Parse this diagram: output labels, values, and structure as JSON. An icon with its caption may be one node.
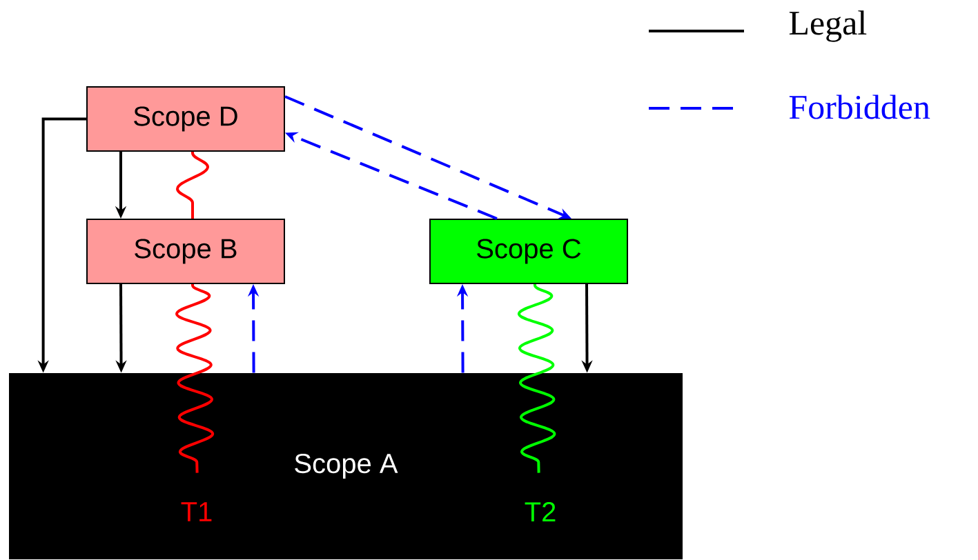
{
  "diagram": {
    "nodes": [
      {
        "text": [
          "Scope D"
        ]
      },
      {
        "text": [
          "Scope B"
        ]
      },
      {
        "text": [
          "Scope C"
        ]
      },
      {
        "text": [
          "Scope A"
        ]
      }
    ],
    "edges": [
      {
        "from": 0,
        "to": 3,
        "arrow": "to"
      },
      {
        "from": 0,
        "to": 1,
        "arrow": "to"
      },
      {
        "from": 1,
        "to": 3,
        "arrow": "to"
      },
      {
        "from": 2,
        "to": 3,
        "arrow": "to"
      },
      {
        "from": 0,
        "to": 2,
        "arrow": "to",
        "style": "dashed",
        "color": "#0000ff"
      },
      {
        "from": 2,
        "to": 0,
        "arrow": "to",
        "style": "dashed",
        "color": "#0000ff"
      },
      {
        "from": 3,
        "to": 1,
        "arrow": "to",
        "style": "dashed",
        "color": "#0000ff"
      },
      {
        "from": 3,
        "to": 2,
        "arrow": "to",
        "style": "dashed",
        "color": "#0000ff"
      },
      {
        "from": 0,
        "to": 1,
        "arrow": "none",
        "color": "#ff0000"
      },
      {
        "from": 1,
        "to": 3,
        "arrow": "none",
        "color": "#ff0000"
      },
      {
        "from": 2,
        "to": 3,
        "arrow": "none",
        "color": "#00ff00"
      }
    ],
    "labels": [
      "T1",
      "T2"
    ],
    "legend": [
      {
        "text": "Legal"
      },
      {
        "text": "Forbidden"
      }
    ]
  }
}
